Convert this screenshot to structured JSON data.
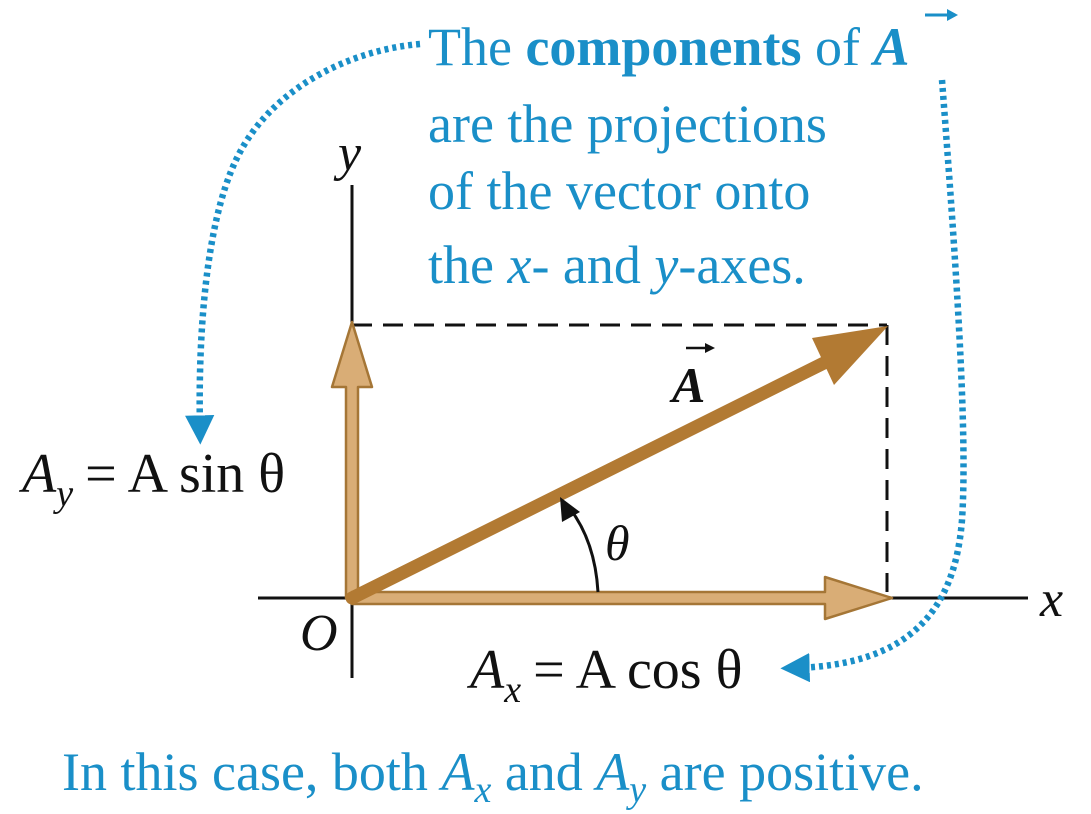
{
  "colors": {
    "accent_blue": "#1a8fc8",
    "vector_fill": "#d9ad76",
    "vector_stroke": "#a57636",
    "main_vector": "#b27a33",
    "ink": "#111111"
  },
  "annotation": {
    "line1_pre": "The ",
    "line1_bold": "components",
    "line1_post": " of ",
    "line1_vec": "A",
    "line2": "are the projections",
    "line3": "of the vector onto",
    "line4_pre": "the ",
    "line4_x": "x",
    "line4_mid": "- and ",
    "line4_y": "y",
    "line4_post": "-axes."
  },
  "axes": {
    "x_label": "x",
    "y_label": "y",
    "origin_label": "O"
  },
  "vector": {
    "label": "A",
    "angle_symbol": "θ"
  },
  "components": {
    "ay_A": "A",
    "ay_sub": "y",
    "ay_rhs": "= A sin θ",
    "ax_A": "A",
    "ax_sub": "x",
    "ax_rhs": "= A cos θ"
  },
  "caption": {
    "pre": "In this case, both ",
    "ax_A": "A",
    "ax_sub": "x",
    "mid": " and ",
    "ay_A": "A",
    "ay_sub": "y",
    "post": " are positive."
  }
}
